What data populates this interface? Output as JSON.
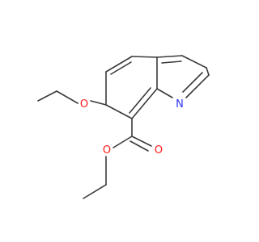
{
  "background": "#ffffff",
  "bond_color": "#3a3a3a",
  "atom_labels": {
    "n1": {
      "text": "N",
      "color": "#2f34ff"
    },
    "o_ether": {
      "text": "O",
      "color": "#ff1a1a"
    },
    "o_carbonyl": {
      "text": "O",
      "color": "#ff1a1a"
    },
    "o_ester": {
      "text": "O",
      "color": "#ff1a1a"
    }
  }
}
